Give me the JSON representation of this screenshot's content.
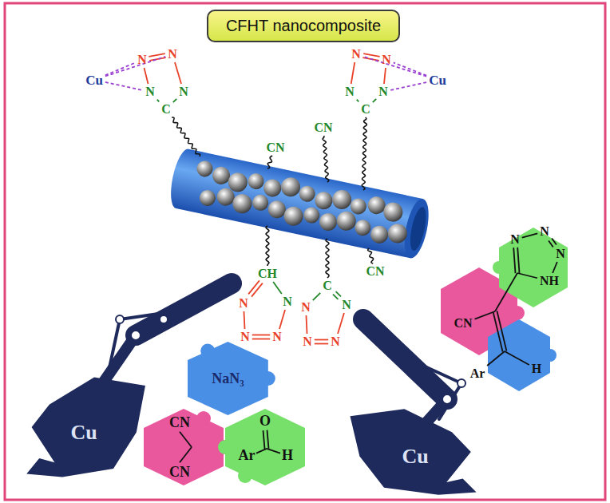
{
  "diagram": {
    "title": "CFHT nanocomposite",
    "nodes": [
      {
        "text": [
          "NaN₃"
        ]
      },
      {
        "text": [
          "CN",
          "CN"
        ]
      },
      {
        "text": [
          "O",
          "Ar",
          "H"
        ]
      },
      {
        "text": [
          "Cu"
        ]
      },
      {
        "text": [
          "Cu"
        ]
      }
    ],
    "labels": [
      "Cu",
      "N",
      "N",
      "N",
      "N",
      "C",
      "CN",
      "CN",
      "N",
      "N",
      "N",
      "N",
      "C",
      "Cu",
      "CH",
      "N",
      "N",
      "N",
      "N",
      "C",
      "N",
      "N",
      "N",
      "N",
      "CN",
      "N",
      "N",
      "N",
      "NH",
      "CN",
      "Ar",
      "H"
    ]
  }
}
